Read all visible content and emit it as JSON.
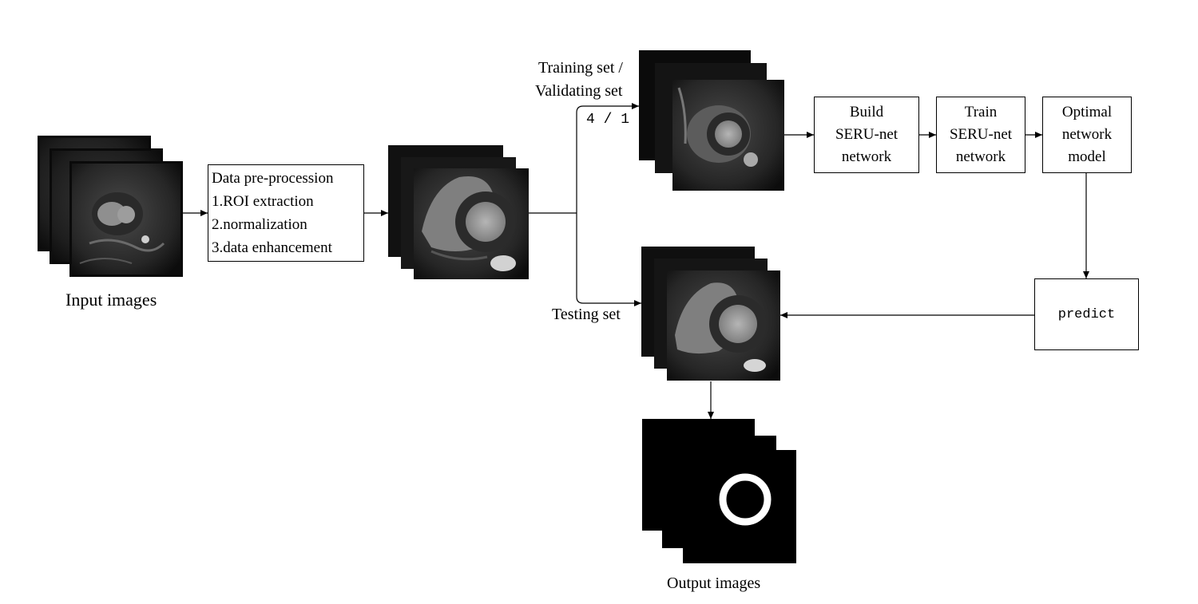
{
  "labels": {
    "input_images": "Input images",
    "output_images": "Output images",
    "train_val": [
      "Training set /",
      "Validating set"
    ],
    "split_ratio": "4 / 1",
    "testing_set": "Testing set"
  },
  "preprocess_box": {
    "lines": [
      "Data pre-procession",
      "1.ROI extraction",
      "2.normalization",
      "3.data enhancement"
    ]
  },
  "build_box": {
    "lines": [
      "Build",
      "SERU-net",
      "network"
    ]
  },
  "train_box": {
    "lines": [
      "Train",
      "SERU-net",
      "network"
    ]
  },
  "model_box": {
    "lines": [
      "Optimal",
      "network",
      "model"
    ]
  },
  "predict_box": {
    "label": "predict"
  },
  "colors": {
    "line": "#000000",
    "background": "#ffffff",
    "mri_dark": "#111111",
    "mri_tissue": "#8a8a8a",
    "mask_ring": "#ffffff"
  }
}
